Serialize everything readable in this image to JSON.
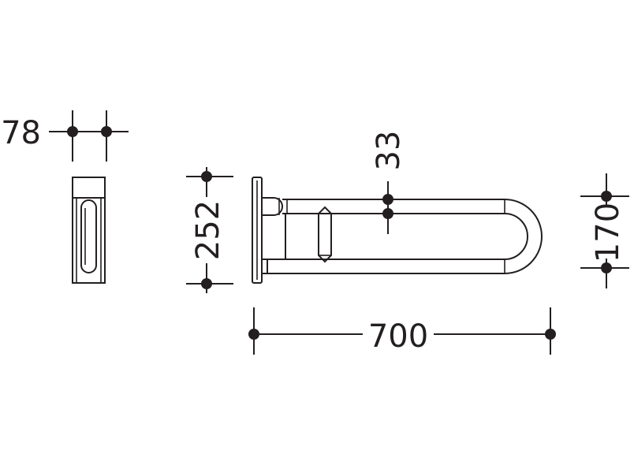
{
  "drawing": {
    "title": "",
    "dimensions": {
      "depth_78": "78",
      "height_252": "252",
      "tube_33": "33",
      "width_700": "700",
      "spacing_170": "170"
    },
    "colors": {
      "line": "#231f20",
      "background": "#ffffff"
    }
  }
}
